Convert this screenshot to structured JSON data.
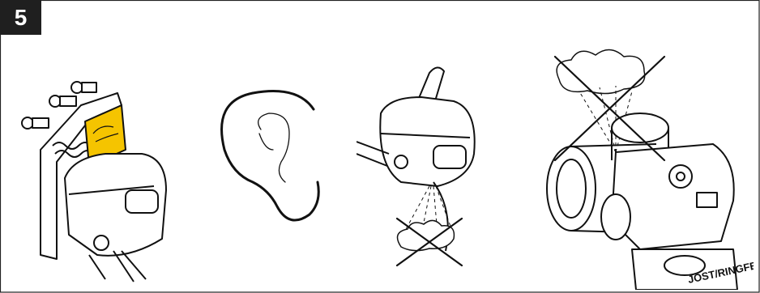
{
  "step": {
    "number": "5"
  },
  "panels": [
    {
      "id": "coupling-with-warning-label"
    },
    {
      "id": "ear"
    },
    {
      "id": "coupling-handle-open-spray"
    },
    {
      "id": "coupling-mounted-no-spray"
    }
  ],
  "coupling_brand": "JOST/RINGFEDER",
  "colors": {
    "badge": "#1f1f1f",
    "warning_label": "#f5c400",
    "stroke": "#111111"
  }
}
